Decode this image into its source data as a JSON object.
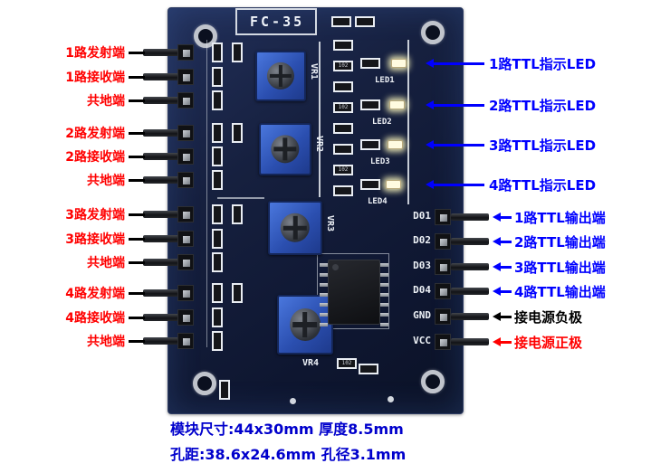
{
  "board": {
    "title": "FC-35",
    "trimpots": [
      "VR1",
      "VR2",
      "VR3",
      "VR4"
    ],
    "leds": [
      "LED1",
      "LED2",
      "LED3",
      "LED4"
    ],
    "pins": [
      "D01",
      "D02",
      "D03",
      "D04",
      "GND",
      "VCC"
    ],
    "resistor_code": "102"
  },
  "left_labels": [
    "1路发射端",
    "1路接收端",
    "共地端",
    "2路发射端",
    "2路接收端",
    "共地端",
    "3路发射端",
    "3路接收端",
    "共地端",
    "4路发射端",
    "4路接收端",
    "共地端"
  ],
  "right_labels": [
    "1路TTL指示LED",
    "2路TTL指示LED",
    "3路TTL指示LED",
    "4路TTL指示LED",
    "1路TTL输出端",
    "2路TTL输出端",
    "3路TTL输出端",
    "4路TTL输出端",
    "接电源负极",
    "接电源正极"
  ],
  "footer": {
    "line1": "模块尺寸:44x30mm 厚度8.5mm",
    "line2": "孔距:38.6x24.6mm 孔径3.1mm"
  },
  "colors": {
    "left_label": "#ff0000",
    "right_label": "#0000ff",
    "negative_label": "#000000",
    "positive_label": "#ff0000",
    "footer_text": "#0000cc",
    "board": "#16203f",
    "trimpot_blue": "#2b4fb0",
    "arrow_blue": "#0000ff"
  }
}
